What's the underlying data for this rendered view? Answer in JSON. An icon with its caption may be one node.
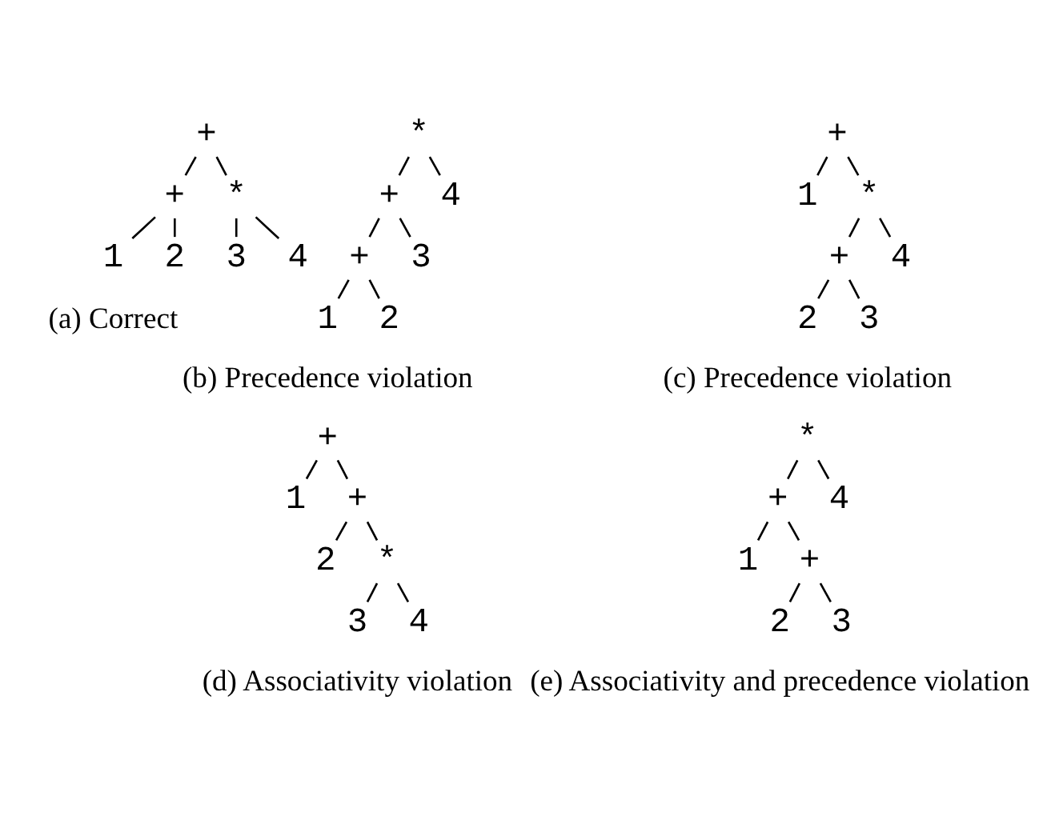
{
  "diagram": {
    "nodes": [
      {
        "text": [
          "+"
        ]
      },
      {
        "text": [
          "+"
        ]
      },
      {
        "text": [
          "*"
        ]
      },
      {
        "text": [
          "1"
        ]
      },
      {
        "text": [
          "2"
        ]
      },
      {
        "text": [
          "3"
        ]
      },
      {
        "text": [
          "4"
        ]
      },
      {
        "text": [
          "*"
        ]
      },
      {
        "text": [
          "+"
        ]
      },
      {
        "text": [
          "4"
        ]
      },
      {
        "text": [
          "+"
        ]
      },
      {
        "text": [
          "3"
        ]
      },
      {
        "text": [
          "1"
        ]
      },
      {
        "text": [
          "2"
        ]
      },
      {
        "text": [
          "+"
        ]
      },
      {
        "text": [
          "1"
        ]
      },
      {
        "text": [
          "*"
        ]
      },
      {
        "text": [
          "+"
        ]
      },
      {
        "text": [
          "4"
        ]
      },
      {
        "text": [
          "2"
        ]
      },
      {
        "text": [
          "3"
        ]
      },
      {
        "text": [
          "+"
        ]
      },
      {
        "text": [
          "1"
        ]
      },
      {
        "text": [
          "+"
        ]
      },
      {
        "text": [
          "2"
        ]
      },
      {
        "text": [
          "*"
        ]
      },
      {
        "text": [
          "3"
        ]
      },
      {
        "text": [
          "4"
        ]
      },
      {
        "text": [
          "*"
        ]
      },
      {
        "text": [
          "+"
        ]
      },
      {
        "text": [
          "4"
        ]
      },
      {
        "text": [
          "1"
        ]
      },
      {
        "text": [
          "+"
        ]
      },
      {
        "text": [
          "2"
        ]
      },
      {
        "text": [
          "3"
        ]
      }
    ],
    "edges": [
      {
        "from": 0,
        "to": 1,
        "arrow": "none"
      },
      {
        "from": 0,
        "to": 2,
        "arrow": "none"
      },
      {
        "from": 1,
        "to": 3,
        "arrow": "none"
      },
      {
        "from": 1,
        "to": 4,
        "arrow": "none"
      },
      {
        "from": 2,
        "to": 5,
        "arrow": "none"
      },
      {
        "from": 2,
        "to": 6,
        "arrow": "none"
      },
      {
        "from": 7,
        "to": 8,
        "arrow": "none"
      },
      {
        "from": 7,
        "to": 9,
        "arrow": "none"
      },
      {
        "from": 8,
        "to": 10,
        "arrow": "none"
      },
      {
        "from": 8,
        "to": 11,
        "arrow": "none"
      },
      {
        "from": 10,
        "to": 12,
        "arrow": "none"
      },
      {
        "from": 10,
        "to": 13,
        "arrow": "none"
      },
      {
        "from": 14,
        "to": 15,
        "arrow": "none"
      },
      {
        "from": 14,
        "to": 16,
        "arrow": "none"
      },
      {
        "from": 16,
        "to": 17,
        "arrow": "none"
      },
      {
        "from": 16,
        "to": 18,
        "arrow": "none"
      },
      {
        "from": 17,
        "to": 19,
        "arrow": "none"
      },
      {
        "from": 17,
        "to": 20,
        "arrow": "none"
      },
      {
        "from": 21,
        "to": 22,
        "arrow": "none"
      },
      {
        "from": 21,
        "to": 23,
        "arrow": "none"
      },
      {
        "from": 23,
        "to": 24,
        "arrow": "none"
      },
      {
        "from": 23,
        "to": 25,
        "arrow": "none"
      },
      {
        "from": 25,
        "to": 26,
        "arrow": "none"
      },
      {
        "from": 25,
        "to": 27,
        "arrow": "none"
      },
      {
        "from": 28,
        "to": 29,
        "arrow": "none"
      },
      {
        "from": 28,
        "to": 30,
        "arrow": "none"
      },
      {
        "from": 29,
        "to": 31,
        "arrow": "none"
      },
      {
        "from": 29,
        "to": 32,
        "arrow": "none"
      },
      {
        "from": 32,
        "to": 33,
        "arrow": "none"
      },
      {
        "from": 32,
        "to": 34,
        "arrow": "none"
      }
    ],
    "labels": [
      "(a) Correct",
      "(b) Precedence violation",
      "(c) Precedence violation",
      "(d) Associativity violation",
      "(e) Associativity and precedence violation"
    ]
  }
}
